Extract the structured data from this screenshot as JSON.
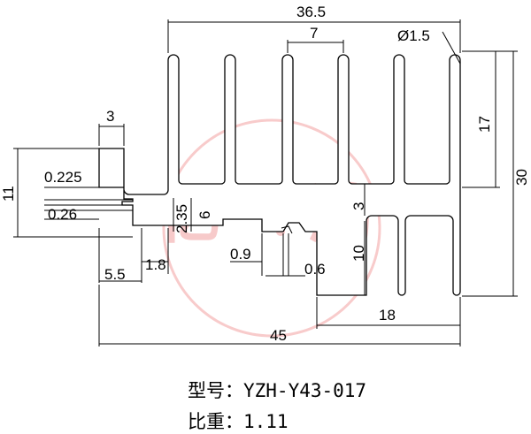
{
  "dimensions": {
    "overall_fin_width": "36.5",
    "fin_pitch": "7",
    "fin_tip_radius": "Ø1.5",
    "left_step_width": "3",
    "upper_fin_height": "17",
    "total_height": "30",
    "left_height": "11",
    "groove_a": "0.225",
    "groove_b": "0.26",
    "groove_c": "2.35",
    "groove_depth": "6",
    "base_gap": "3",
    "clip_gap": "0.9",
    "clip_thickness": "0.6",
    "lower_fin_height": "10",
    "left_offset": "5.5",
    "slot_width": "1.8",
    "lower_width": "18",
    "overall_width": "45"
  },
  "watermark": {
    "text": "亿",
    "text2": "鸿",
    "color": "#f2a0a0"
  },
  "caption": {
    "model_label": "型号：",
    "model_value": "YZH-Y43-017",
    "weight_label": "比重：",
    "weight_value": "1.11"
  }
}
